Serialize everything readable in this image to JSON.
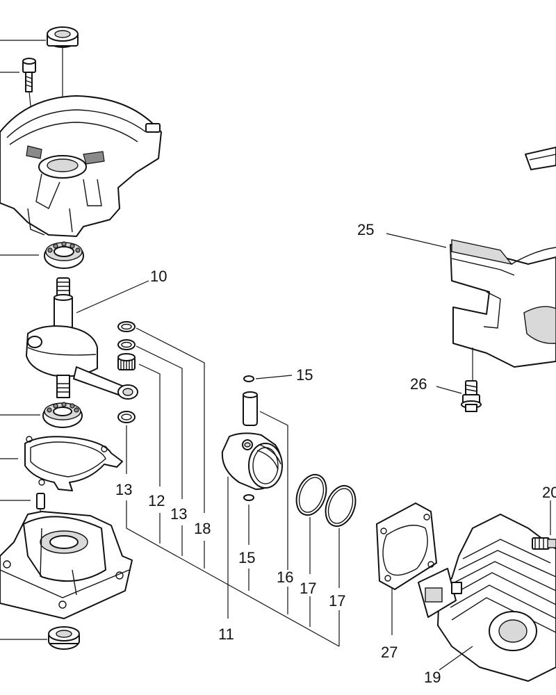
{
  "callouts": {
    "c10": "10",
    "c11": "11",
    "c12": "12",
    "c13a": "13",
    "c13b": "13",
    "c15a": "15",
    "c15b": "15",
    "c16": "16",
    "c17a": "17",
    "c17b": "17",
    "c18": "18",
    "c19": "19",
    "c20": "20",
    "c25": "25",
    "c26": "26",
    "c27": "27"
  }
}
